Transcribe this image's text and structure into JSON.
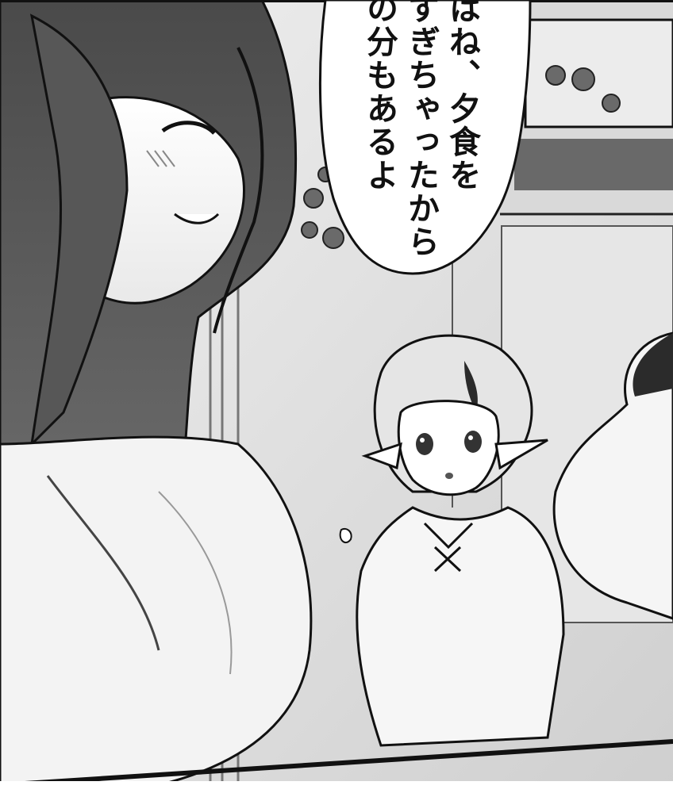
{
  "speech_bubble": {
    "lines": [
      "はね、夕食を",
      "すぎちゃったから",
      "の分もあるよ"
    ]
  },
  "colors": {
    "ink": "#111111",
    "paper": "#ffffff",
    "tone_light": "#e8e8e8",
    "tone_mid": "#9a9a9a",
    "tone_dark": "#3a3a3a"
  }
}
